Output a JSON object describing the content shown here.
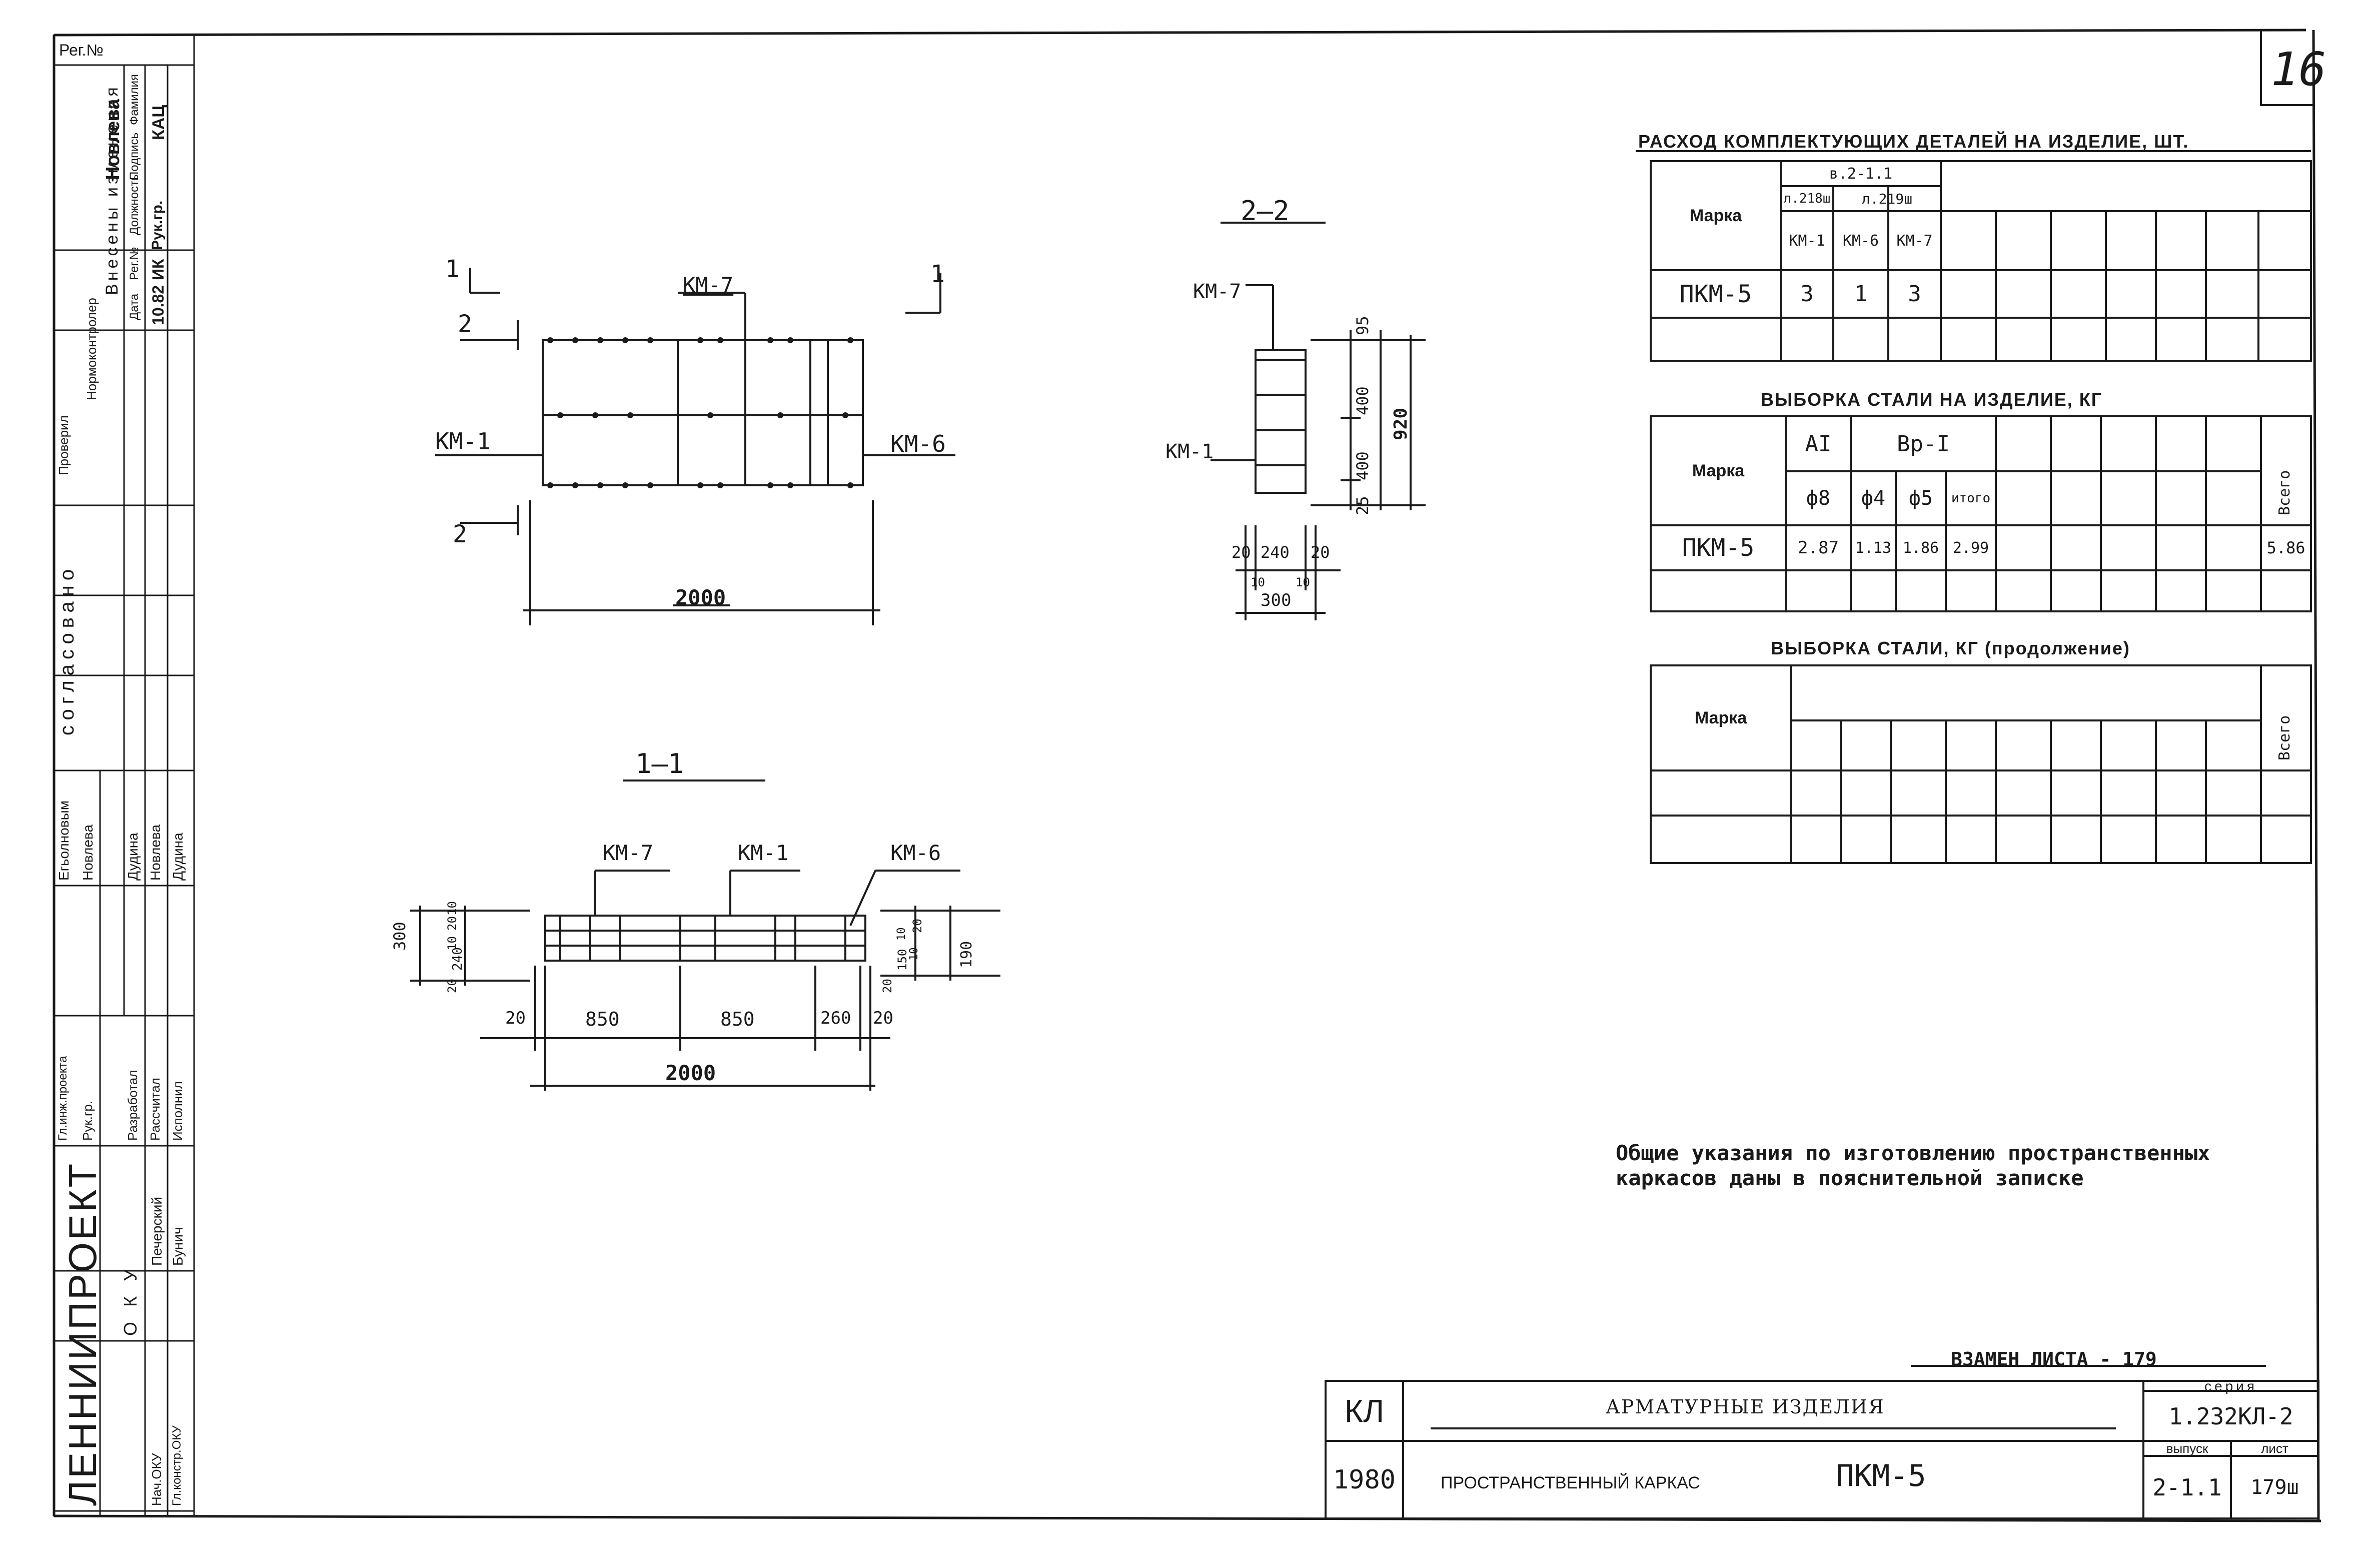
{
  "sheet_number": "16",
  "left_stamp": {
    "reg_label": "Рег.№",
    "changes_header": "Внесены изменения",
    "proveril": "Проверил",
    "normokontroler": "Нормоконтролер",
    "col_labels": [
      "Дата",
      "Рег.№",
      "Должность",
      "Подпись",
      "Фамилия"
    ],
    "change_row": [
      "10.82",
      "ИК",
      "Рук.гр.",
      "",
      "КАЦ"
    ],
    "top_names": [
      "Новлева"
    ],
    "soglasovano": "согласовано",
    "roles": [
      "Гл.инж.проекта",
      "Рук.гр.",
      "Разработал",
      "Рассчитал",
      "Исполнил"
    ],
    "people": [
      "Егьолновым",
      "Новлева",
      "Дудина",
      "Новлева",
      "Дудина"
    ],
    "oku": "ОКУ",
    "oku_people": [
      "Печерский",
      "Бунич"
    ],
    "oku_roles": [
      "Нач.ОКУ",
      "Гл.констр.ОКУ"
    ],
    "org": "ЛЕННИИПРОЕКТ"
  },
  "section_labels": {
    "plan_left_top": "1",
    "plan_right_top": "1",
    "plan_left_mid": "2",
    "plan_left_bottom": "2",
    "section22": "2—2",
    "section11": "1—1"
  },
  "plan": {
    "km7": "КМ-7",
    "km1": "КМ-1",
    "km6": "КМ-6",
    "length": "2000"
  },
  "section22": {
    "km7": "КМ-7",
    "km1": "КМ-1",
    "dims_right": [
      "95",
      "400",
      "400",
      "25"
    ],
    "total_height": "920",
    "dims_bottom": [
      "20",
      "240",
      "20"
    ],
    "dims_small": [
      "10",
      "10"
    ],
    "total_width": "300"
  },
  "section11": {
    "km7": "КМ-7",
    "km1": "КМ-1",
    "km6": "КМ-6",
    "left_dims": [
      "300",
      "20",
      "10",
      "240",
      "10",
      "20"
    ],
    "right_dims": [
      "20",
      "150",
      "10",
      "10",
      "20",
      "190"
    ],
    "bottom_dims": [
      "20",
      "850",
      "850",
      "260",
      "20"
    ],
    "length": "2000"
  },
  "table1": {
    "title": "РАСХОД КОМПЛЕКТУЮЩИХ ДЕТАЛЕЙ НА ИЗДЕЛИЕ,  ШТ.",
    "marka": "Марка",
    "group": "в.2-1.1",
    "sheets": [
      "л.218ш",
      "л.219ш"
    ],
    "cols": [
      "КМ-1",
      "КМ-6",
      "КМ-7"
    ],
    "row": {
      "mark": "ПКМ-5",
      "values": [
        "3",
        "1",
        "3"
      ]
    }
  },
  "table2": {
    "title": "ВЫБОРКА СТАЛИ НА ИЗДЕЛИЕ,  КГ",
    "marka": "Марка",
    "class1": "АI",
    "class2": "Вр-I",
    "d8": "ф8",
    "d4": "ф4",
    "d5": "ф5",
    "itogo": "итого",
    "vsego": "Всего",
    "row": {
      "mark": "ПКМ-5",
      "a1": "2.87",
      "d4": "1.13",
      "d5": "1.86",
      "itogo": "2.99",
      "total": "5.86"
    }
  },
  "table3": {
    "title": "ВЫБОРКА СТАЛИ,  КГ (продолжение)",
    "marka": "Марка",
    "vsego": "Всего"
  },
  "notes": [
    "Общие указания по изготовлению пространственных",
    "каркасов даны в пояснительной записке"
  ],
  "replacement": "ВЗАМЕН ЛИСТА - 179",
  "title_block": {
    "code": "КЛ",
    "year": "1980",
    "line1": "АРМАТУРНЫЕ  ИЗДЕЛИЯ",
    "line2": "ПРОСТРАНСТВЕННЫЙ КАРКАС",
    "mark": "ПКМ-5",
    "seriya_label": "серия",
    "seriya": "1.232КЛ-2",
    "vypusk_label": "выпуск",
    "vypusk": "2-1.1",
    "list_label": "лист",
    "list": "179ш"
  }
}
